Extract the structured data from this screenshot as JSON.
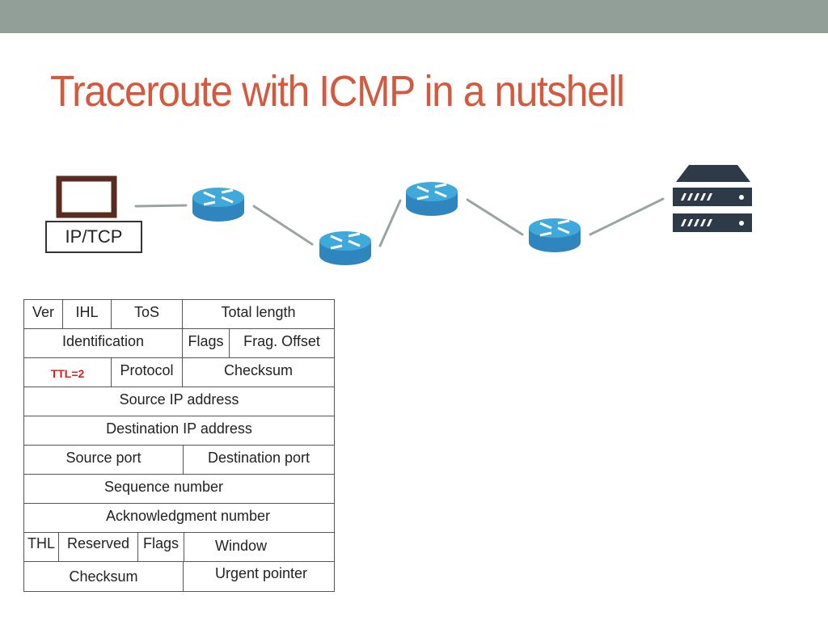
{
  "slide": {
    "title": "Traceroute with ICMP in a nutshell",
    "colors": {
      "header_bar": "#929f98",
      "title": "#d35a3f",
      "ttl_highlight": "#e0201a",
      "router_top": "#3fa9dc",
      "router_side": "#2f86be",
      "server": "#2f3a48",
      "laptop": "#5b2b1f",
      "link": "#9aa5a0"
    }
  },
  "network": {
    "source_label": "IP/TCP",
    "nodes": [
      {
        "id": "source",
        "icon": "laptop-icon"
      },
      {
        "id": "router-1",
        "icon": "router-icon"
      },
      {
        "id": "router-2",
        "icon": "router-icon"
      },
      {
        "id": "router-3",
        "icon": "router-icon"
      },
      {
        "id": "router-4",
        "icon": "router-icon"
      },
      {
        "id": "destination",
        "icon": "server-icon"
      }
    ]
  },
  "packet_header": {
    "rows": [
      [
        "Ver",
        "IHL",
        "ToS",
        "Total length"
      ],
      [
        "Identification",
        "Flags",
        "Frag. Offset"
      ],
      [
        "TTL=2",
        "Protocol",
        "Checksum"
      ],
      [
        "Source IP address"
      ],
      [
        "Destination IP address"
      ],
      [
        "Source port",
        "Destination port"
      ],
      [
        "Sequence number"
      ],
      [
        "Acknowledgment number"
      ],
      [
        "THL",
        "Reserved",
        "Flags",
        "Window"
      ],
      [
        "Checksum",
        "Urgent pointer"
      ]
    ]
  }
}
